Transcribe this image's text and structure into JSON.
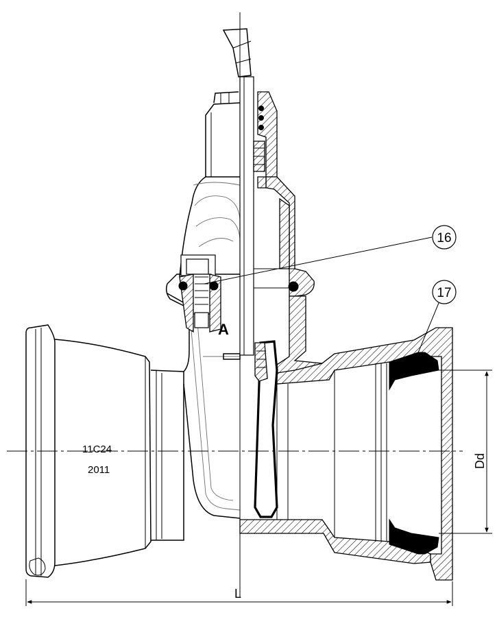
{
  "callouts": [
    {
      "label": "16",
      "part": "o-ring seal"
    },
    {
      "label": "17",
      "part": "socket gasket"
    }
  ],
  "body_markings": {
    "line1": "11C24",
    "line2": "2011"
  },
  "dimensions": {
    "length": "L",
    "socket_diameter": "Dd"
  },
  "casting_letter": "A"
}
